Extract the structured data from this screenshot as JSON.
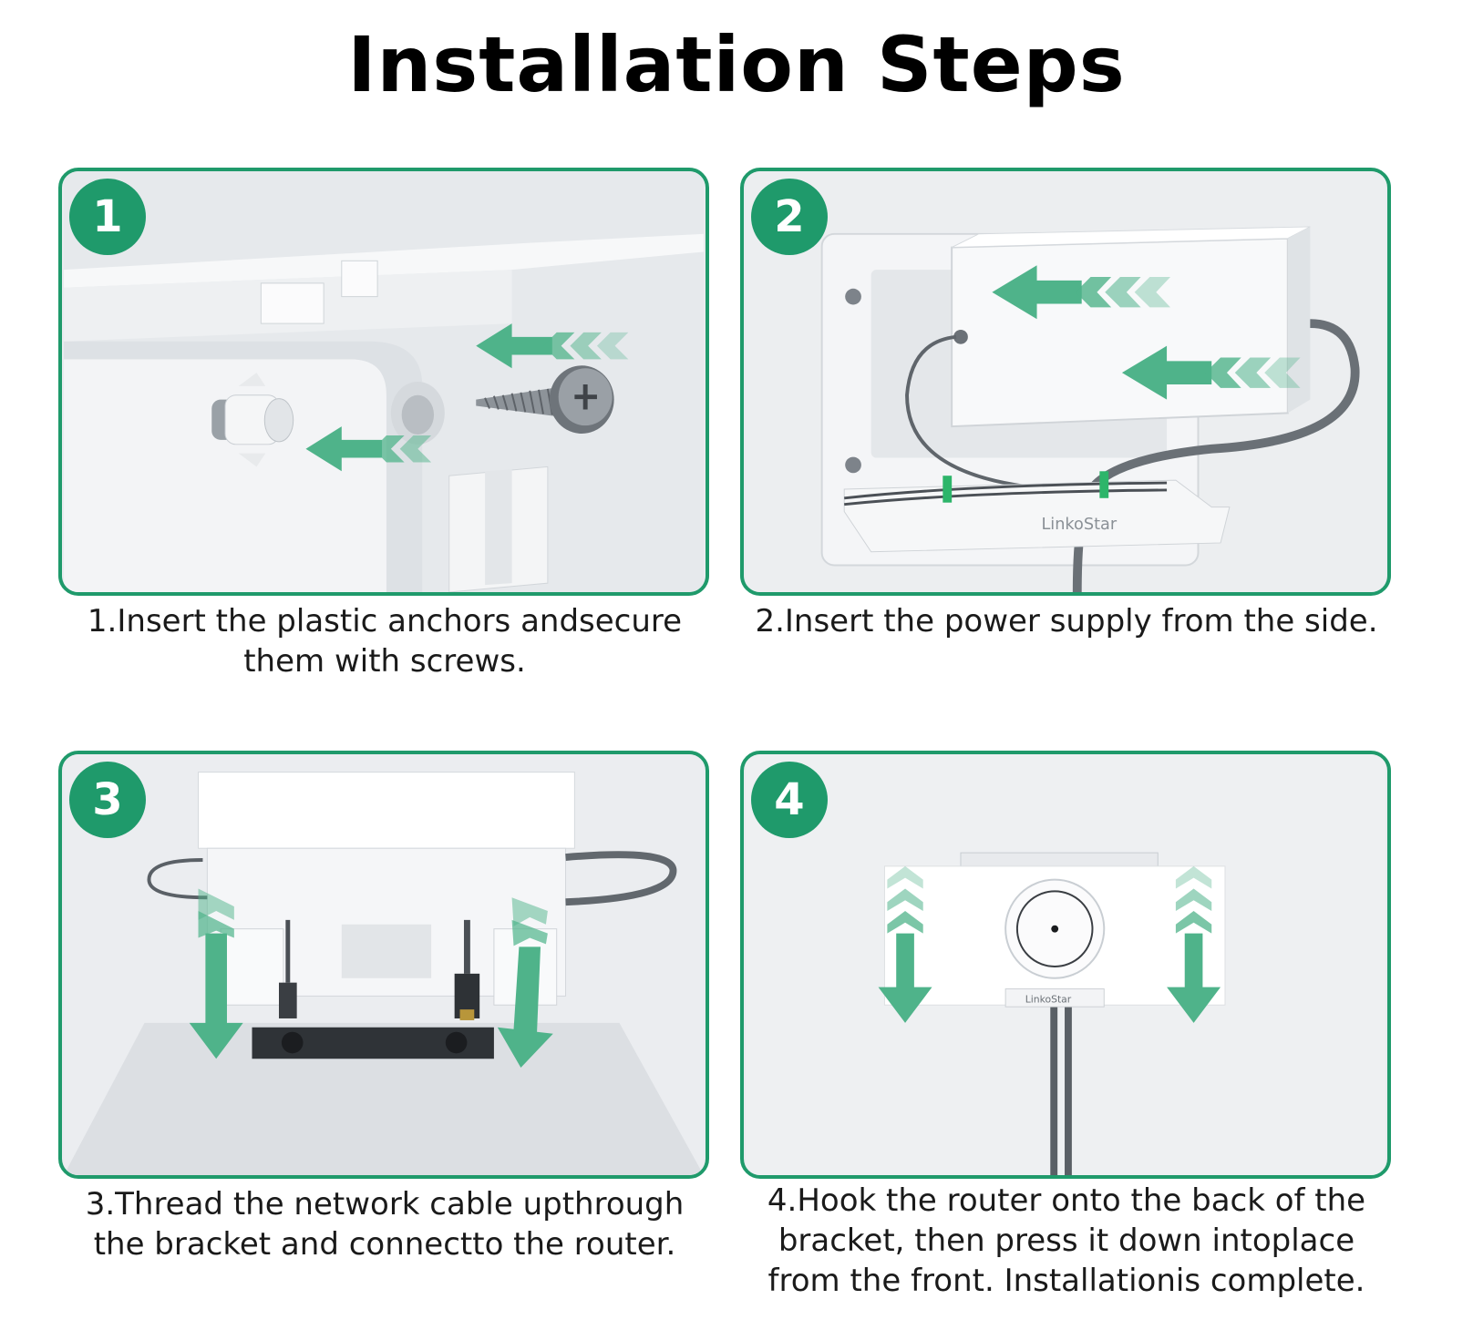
{
  "title": "Installation Steps",
  "brand": "LinkoStar",
  "accent_color": "#1f9a6b",
  "arrow_color": "#4fb38a",
  "steps": [
    {
      "number": "1",
      "caption_lines": [
        "1.Insert the plastic anchors andsecure",
        "them with screws."
      ],
      "icons": [
        "screw-icon",
        "wall-anchor-icon",
        "left-arrow-icon"
      ]
    },
    {
      "number": "2",
      "caption_lines": [
        "2.Insert the power supply from the side."
      ],
      "icons": [
        "power-supply-icon",
        "left-arrow-icon"
      ]
    },
    {
      "number": "3",
      "caption_lines": [
        "3.Thread the network cable upthrough",
        "the bracket and connectto the router."
      ],
      "icons": [
        "network-cable-icon",
        "down-arrow-icon"
      ]
    },
    {
      "number": "4",
      "caption_lines": [
        "4.Hook the router onto the back of the",
        "bracket, then press it down intoplace",
        "from the front. Installationis complete."
      ],
      "icons": [
        "router-icon",
        "down-arrow-icon"
      ]
    }
  ]
}
